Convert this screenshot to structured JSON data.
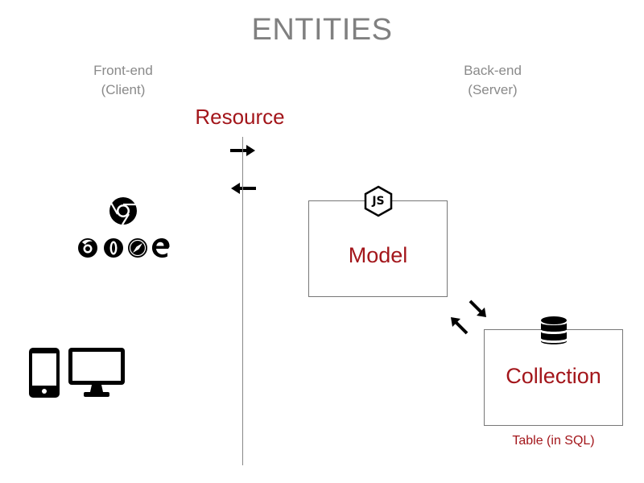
{
  "title": "ENTITIES",
  "frontend": {
    "line1": "Front-end",
    "line2": "(Client)"
  },
  "backend": {
    "line1": "Back-end",
    "line2": "(Server)"
  },
  "resource": {
    "label": "Resource"
  },
  "model": {
    "label": "Model",
    "icon": "nodejs-icon",
    "badge": "JS"
  },
  "collection": {
    "label": "Collection",
    "icon": "database-icon",
    "caption": "Table (in SQL)"
  },
  "browsers": [
    "chrome-icon",
    "firefox-icon",
    "opera-icon",
    "safari-icon",
    "edge-icon"
  ],
  "devices": [
    "phone-icon",
    "desktop-monitor-icon"
  ],
  "colors": {
    "accent_red": "#a3161b",
    "label_gray": "#808080",
    "line_gray": "#888888",
    "ink": "#000000"
  }
}
